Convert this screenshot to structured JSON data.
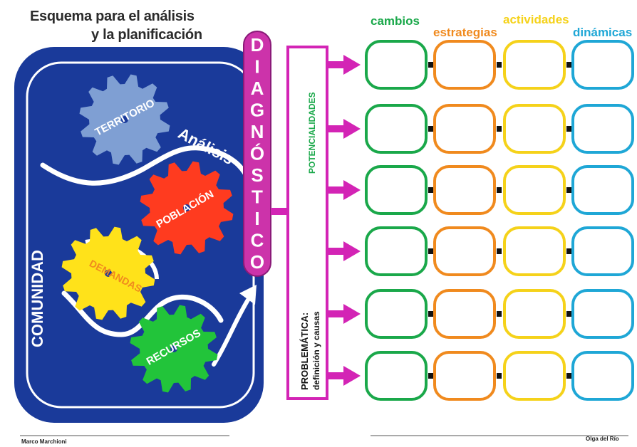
{
  "title": {
    "line1": "Esquema para el análisis",
    "line2": "y la planificación"
  },
  "community_label": "COMUNIDAD",
  "analysis_label": "Análisis",
  "gears": {
    "territorio": {
      "label": "TERRITORIO",
      "color": "#7f9fd3"
    },
    "poblacion": {
      "label": "POBLACIÓN",
      "color": "#ff3b1f"
    },
    "demandas": {
      "label": "DEMANDAS",
      "color": "#ffe21a"
    },
    "recursos": {
      "label": "RECURSOS",
      "color": "#22c43a"
    }
  },
  "diagnostico": {
    "label": "DIAGNÓSTICO",
    "color": "#cc33aa"
  },
  "potencialidades": "POTENCIALIDADES",
  "problematica": {
    "line1": "PROBLEMÁTICA:",
    "line2": "definición y causas"
  },
  "columns": [
    {
      "label": "cambios",
      "color": "#1aa84a"
    },
    {
      "label": "estrategias",
      "color": "#f08a1e"
    },
    {
      "label": "actividades",
      "color": "#f5d21a"
    },
    {
      "label": "dinámicas",
      "color": "#1fa7d6"
    }
  ],
  "colors": {
    "community_fill": "#1a3a9a",
    "arrow": "#d324b5"
  },
  "credits": {
    "left": "Marco Marchioni",
    "right": "Olga del Río"
  }
}
